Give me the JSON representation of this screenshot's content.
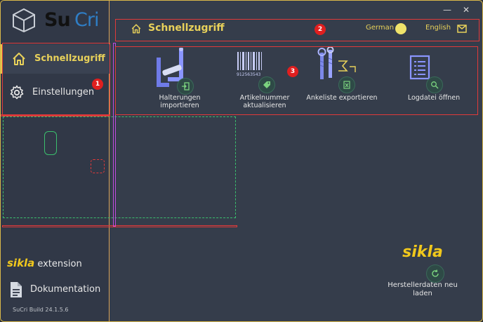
{
  "app": {
    "logo_su": "Su",
    "logo_cri": "Cri",
    "build": "SuCri Build 24.1.5.6"
  },
  "window": {
    "minimize_glyph": "—",
    "close_glyph": "✕"
  },
  "sidebar": {
    "items": [
      {
        "label": "Schnellzugriff",
        "icon": "home-icon"
      },
      {
        "label": "Einstellungen",
        "icon": "gear-icon"
      }
    ],
    "extension_brand": "sikla",
    "extension_label": "extension",
    "documentation_label": "Dokumentation"
  },
  "header": {
    "title": "Schnellzugriff",
    "lang_left": "German",
    "lang_right": "English"
  },
  "quick_access": [
    {
      "label_line1": "Halterungen",
      "label_line2": "importieren",
      "action_icon": "import-icon"
    },
    {
      "label_line1": "Artikelnummer",
      "label_line2": "aktualisieren",
      "action_icon": "tag-icon"
    },
    {
      "label_line1": "Ankeliste exportieren",
      "label_line2": "",
      "action_icon": "excel-icon"
    },
    {
      "label_line1": "Logdatei öffnen",
      "label_line2": "",
      "action_icon": "search-icon"
    }
  ],
  "barcode_text": "912563543",
  "reload": {
    "brand": "sikla",
    "label_line1": "Herstellerdaten neu",
    "label_line2": "laden"
  },
  "badges": [
    "1",
    "2",
    "3"
  ],
  "colors": {
    "accent": "#e8d15a",
    "brand_yellow": "#f1c81c",
    "background": "#353d4b",
    "sidebar": "#313847",
    "debug_outline": "#e03a3a"
  }
}
